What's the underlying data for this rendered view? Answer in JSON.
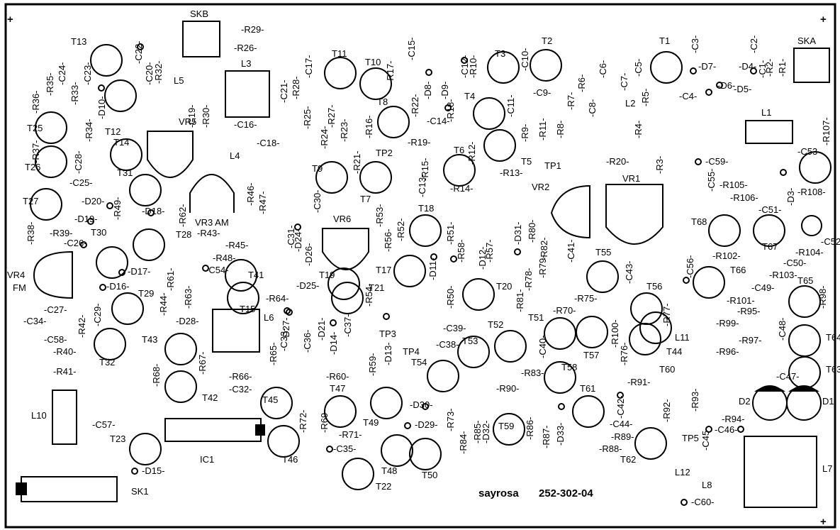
{
  "board": {
    "code_brand": "sayrosa",
    "code_number": "252-302-04",
    "corner_marks": [
      "+",
      "+",
      "+"
    ]
  },
  "connectors": {
    "ska": "SKA",
    "skb": "SKB",
    "sk1": "SK1"
  },
  "ic": {
    "ic1": "IC1"
  },
  "trimmers": {
    "vr1": "VR1",
    "vr2": "VR2",
    "vr3": "VR3 AM",
    "vr4": "VR4",
    "vr4_sub": "FM",
    "vr5": "VR5",
    "vr6": "VR6"
  },
  "coils": {
    "l1": "L1",
    "l3": "L3",
    "l4": "L4",
    "l5": "L5",
    "l6": "L6",
    "l7": "L7",
    "l8": "L8",
    "l10": "L10",
    "l11": "L11",
    "l12": "L12",
    "l2": "L2"
  },
  "diodes": {
    "d1": "D1",
    "d2": "D2"
  },
  "test_points": {
    "tp1": "TP1",
    "tp2": "TP2",
    "tp3": "TP3",
    "tp4": "TP4",
    "tp5": "TP5"
  },
  "transistors": [
    "T1",
    "T3",
    "T2",
    "T4",
    "T5",
    "T6",
    "T7",
    "T8",
    "T9",
    "T10",
    "T11",
    "T12",
    "T13",
    "T14",
    "T15",
    "T17",
    "T18",
    "T19",
    "T20",
    "T21",
    "T22",
    "T23",
    "T25",
    "T26",
    "T27",
    "T28",
    "T29",
    "T30",
    "T31",
    "T32",
    "T41",
    "T42",
    "T43",
    "T44",
    "T45",
    "T46",
    "T47",
    "T48",
    "T49",
    "T50",
    "T51",
    "T52",
    "T53",
    "T54",
    "T55",
    "T56",
    "T57",
    "T58",
    "T59",
    "T60",
    "T61",
    "T62",
    "T63",
    "T64",
    "T65",
    "T66",
    "T67",
    "T68"
  ],
  "resistors": [
    "R1",
    "R2",
    "R3",
    "R4",
    "R5",
    "R6",
    "R7",
    "R8",
    "R9",
    "R10",
    "R11",
    "R12",
    "R13",
    "R14",
    "R15",
    "R16",
    "R17",
    "R18",
    "R19",
    "R20",
    "R21",
    "R22",
    "R23",
    "R24",
    "R25",
    "R26",
    "R27",
    "R28",
    "R29",
    "R30",
    "R32",
    "R33",
    "R34",
    "R35",
    "R36",
    "R37",
    "R38",
    "R39",
    "R40",
    "R41",
    "R42",
    "R43",
    "R44",
    "R45",
    "R46",
    "R47",
    "R48",
    "R49",
    "R50",
    "R51",
    "R52",
    "R53",
    "R54",
    "R56",
    "R57",
    "R58",
    "R59",
    "R60",
    "R61",
    "R62",
    "R63",
    "R64",
    "R65",
    "R66",
    "R67",
    "R68",
    "R69",
    "R70",
    "R71",
    "R72",
    "R73",
    "R75",
    "R76",
    "R77",
    "R78",
    "R79",
    "R80",
    "R81",
    "R82",
    "R83",
    "R84",
    "R85",
    "R86",
    "R87",
    "R88",
    "R89",
    "R90",
    "R91",
    "R92",
    "R93",
    "R94",
    "R95",
    "R96",
    "R97",
    "R98",
    "R99",
    "R100",
    "R101",
    "R102",
    "R103",
    "R104",
    "R105",
    "R106",
    "R107",
    "R108"
  ],
  "capacitors": [
    "C1",
    "C2",
    "C3",
    "C4",
    "C5",
    "C6",
    "C7",
    "C8",
    "C9",
    "C10",
    "C11",
    "C12",
    "C13",
    "C14",
    "C15",
    "C16",
    "C17",
    "C18",
    "C19",
    "C20",
    "C21",
    "C22",
    "C23",
    "C24",
    "C25",
    "C26",
    "C27",
    "C28",
    "C29",
    "C30",
    "C31",
    "C32",
    "C33",
    "C34",
    "C35",
    "C36",
    "C37",
    "C38",
    "C39",
    "C40",
    "C41",
    "C42",
    "C43",
    "C44",
    "C45",
    "C46",
    "C47",
    "C48",
    "C49",
    "C50",
    "C51",
    "C52",
    "C53",
    "C54",
    "C55",
    "C56",
    "C57",
    "C58",
    "C59",
    "C60"
  ],
  "small_diodes": [
    "D3",
    "D4",
    "D5",
    "D6",
    "D7",
    "D8",
    "D9",
    "D10",
    "D11",
    "D12",
    "D13",
    "D14",
    "D15",
    "D16",
    "D17",
    "D18",
    "D19",
    "D20",
    "D21",
    "D24",
    "D25",
    "D26",
    "D27",
    "D28",
    "D29",
    "D30",
    "D31",
    "D32",
    "D33"
  ]
}
